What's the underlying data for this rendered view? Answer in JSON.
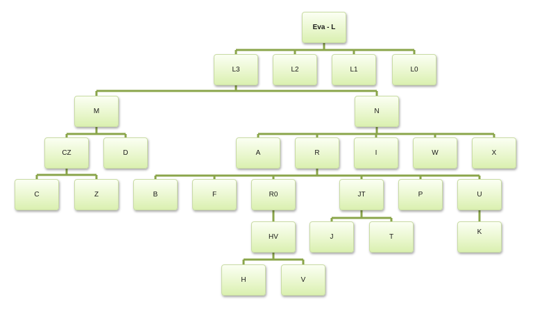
{
  "nodes": {
    "root": "Eva - L",
    "l3": "L3",
    "l2": "L2",
    "l1": "L1",
    "l0": "L0",
    "m": "M",
    "n": "N",
    "cz": "CZ",
    "d": "D",
    "a": "A",
    "r": "R",
    "i": "I",
    "w": "W",
    "x": "X",
    "c": "C",
    "z": "Z",
    "b": "B",
    "f": "F",
    "r0": "R0",
    "jt": "JT",
    "p": "P",
    "u": "U",
    "hv": "HV",
    "j": "J",
    "t": "T",
    "k": "K",
    "h": "H",
    "v": "V"
  },
  "colors": {
    "connector": "#8aa54a",
    "node_fill_top": "#fbfff3",
    "node_fill_bottom": "#daf0b0",
    "node_border": "#c9dca4"
  }
}
